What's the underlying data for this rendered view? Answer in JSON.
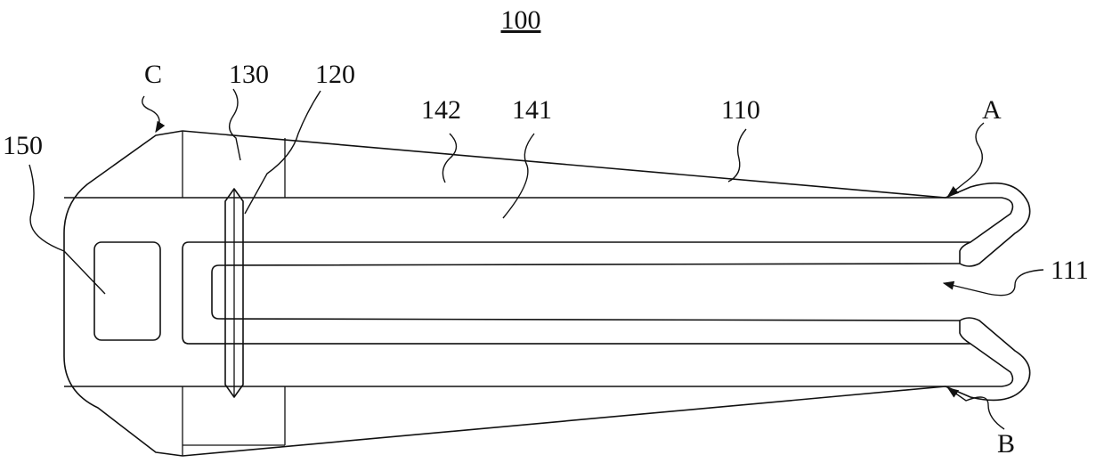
{
  "figure": {
    "title": "100",
    "labels": {
      "c": "C",
      "p130": "130",
      "p120": "120",
      "p142": "142",
      "p141": "141",
      "p110": "110",
      "a": "A",
      "p150": "150",
      "p111": "111",
      "b": "B"
    }
  }
}
